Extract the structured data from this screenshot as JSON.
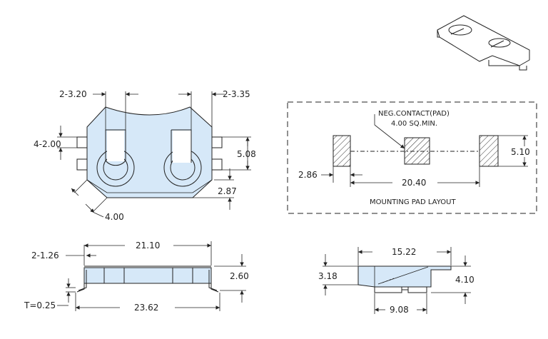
{
  "top_view": {
    "dim_pitch_left": "2-3.20",
    "dim_pitch_right": "2-3.35",
    "dim_tab_width": "4-2.00",
    "dim_tab_span": "5.08",
    "dim_bottom_offset": "2.87",
    "dim_chamfer": "4.00"
  },
  "pad_layout": {
    "callout": "NEG.CONTACT(PAD)",
    "callout_size": "4.00 SQ.MIN.",
    "dim_left_pad": "2.86",
    "dim_span": "20.40",
    "dim_pad_height": "5.10",
    "caption": "MOUNTING PAD LAYOUT"
  },
  "front_view": {
    "dim_height_offset": "2-1.26",
    "dim_inner_width": "21.10",
    "dim_height": "2.60",
    "dim_thickness": "T=0.25",
    "dim_overall_width": "23.62"
  },
  "side_view": {
    "dim_width": "15.22",
    "dim_left_height": "3.18",
    "dim_right_height": "4.10",
    "dim_bottom_width": "9.08"
  },
  "colors": {
    "body": "#d6e8f8",
    "line": "#222222"
  }
}
